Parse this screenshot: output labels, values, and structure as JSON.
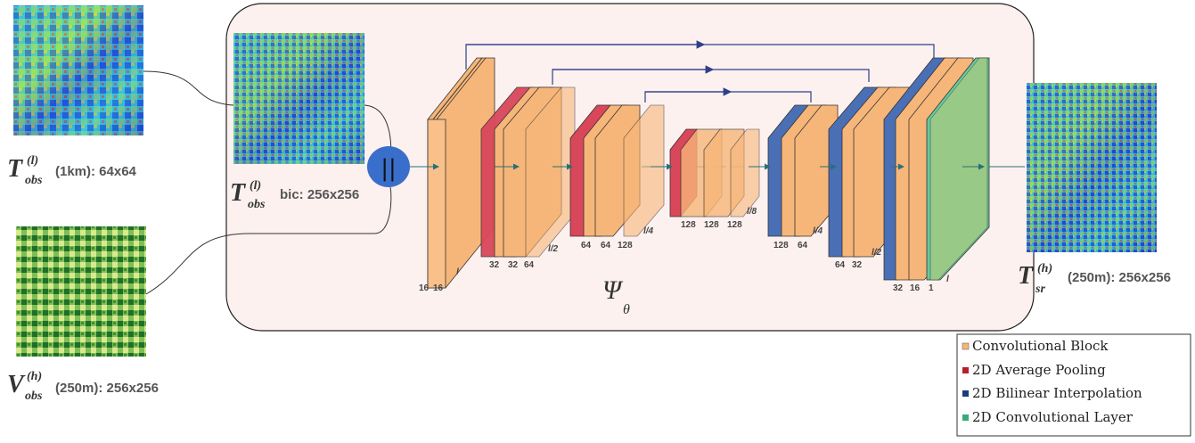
{
  "colors": {
    "conv_block": "#f7b679",
    "avg_pool": "#d9475a",
    "bilinear": "#4a6fb5",
    "conv_layer": "#66c9a0",
    "final_conv": "#9fca84",
    "backbone_bg": "#fdf1ef",
    "concat": "#3a6ecb",
    "skip_line": "#2e3f8a"
  },
  "inputs": {
    "t_obs": {
      "sym": "T",
      "sup": "(l)",
      "sub": "obs",
      "desc": "(1km): 64x64"
    },
    "t_bic": {
      "sym": "T",
      "sup": "(l)",
      "sub": "obs",
      "desc": "bic: 256x256"
    },
    "v_obs": {
      "sym": "V",
      "sup": "(h)",
      "sub": "obs",
      "desc": "(250m): 256x256"
    }
  },
  "output": {
    "sym": "T",
    "sup": "(h)",
    "sub": "sr",
    "desc": "(250m): 256x256"
  },
  "concat_symbol": "||",
  "network": {
    "psi": "Ψ",
    "theta": "θ",
    "encoder1": {
      "ch1": "16",
      "ch2": "16",
      "res": "l"
    },
    "encoder2": {
      "ch1": "32",
      "ch2": "32",
      "ch3": "64",
      "res": "l/2"
    },
    "encoder3": {
      "ch1": "64",
      "ch2": "64",
      "ch3": "128",
      "res": "l/4"
    },
    "bottleneck": {
      "ch1": "128",
      "ch2": "128",
      "ch3": "128",
      "res": "l/8"
    },
    "decoder3": {
      "ch1": "128",
      "ch2": "64",
      "res": "l/4"
    },
    "decoder2": {
      "ch1": "64",
      "ch2": "32",
      "res": "l/2"
    },
    "decoder1": {
      "ch1": "32",
      "ch2": "16",
      "ch3": "1",
      "res": "l"
    }
  },
  "legend": {
    "conv_block": "Convolutional Block",
    "avg_pool": "2D Average Pooling",
    "bilinear": "2D Bilinear Interpolation",
    "conv_layer": "2D Convolutional Layer"
  }
}
